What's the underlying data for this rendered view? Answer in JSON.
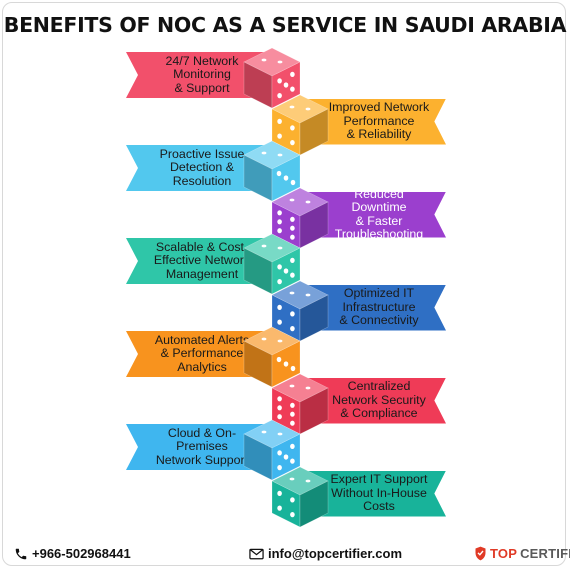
{
  "title": "BENEFITS OF NOC AS A SERVICE IN SAUDI ARABIA",
  "benefits": [
    {
      "label": "24/7 Network Monitoring & Support",
      "lines": [
        "24/7 Network",
        "Monitoring",
        "& Support"
      ],
      "side": "left",
      "color": "#f2506b",
      "text_color": "#1a1a1a",
      "pips": 5
    },
    {
      "label": "Improved Network Performance & Reliability",
      "lines": [
        "Improved Network",
        "Performance",
        "& Reliability"
      ],
      "side": "right",
      "color": "#fcb12f",
      "text_color": "#1a1a1a",
      "pips": 4
    },
    {
      "label": "Proactive Issue Detection & Resolution",
      "lines": [
        "Proactive Issue",
        "Detection &",
        "Resolution"
      ],
      "side": "left",
      "color": "#52c8ee",
      "text_color": "#1a1a1a",
      "pips": 3
    },
    {
      "label": "Reduced Downtime & Faster Troubleshooting",
      "lines": [
        "Reduced Downtime",
        "& Faster",
        "Troubleshooting"
      ],
      "side": "right",
      "color": "#9b3fce",
      "text_color": "#ffffff",
      "pips": 6
    },
    {
      "label": "Scalable & Cost-Effective Network Management",
      "lines": [
        "Scalable & Cost-",
        "Effective Network",
        "Management"
      ],
      "side": "left",
      "color": "#2fc6a8",
      "text_color": "#1a1a1a",
      "pips": 5
    },
    {
      "label": "Optimized IT Infrastructure & Connectivity",
      "lines": [
        "Optimized IT",
        "Infrastructure",
        "& Connectivity"
      ],
      "side": "right",
      "color": "#2f6fc4",
      "text_color": "#1a1a1a",
      "pips": 4
    },
    {
      "label": "Automated Alerts & Performance Analytics",
      "lines": [
        "Automated Alerts",
        "& Performance",
        "Analytics"
      ],
      "side": "left",
      "color": "#f8931e",
      "text_color": "#1a1a1a",
      "pips": 3
    },
    {
      "label": "Centralized Network Security & Compliance",
      "lines": [
        "Centralized",
        "Network Security",
        "& Compliance"
      ],
      "side": "right",
      "color": "#ef3b57",
      "text_color": "#1a1a1a",
      "pips": 6
    },
    {
      "label": "Cloud & On-Premises Network Support",
      "lines": [
        "Cloud & On-",
        "Premises",
        "Network Support"
      ],
      "side": "left",
      "color": "#3fb6ef",
      "text_color": "#1a1a1a",
      "pips": 5
    },
    {
      "label": "Expert IT Support Without In-House Costs",
      "lines": [
        "Expert IT Support",
        "Without In-House",
        "Costs"
      ],
      "side": "right",
      "color": "#18b39a",
      "text_color": "#1a1a1a",
      "pips": 4
    }
  ],
  "footer": {
    "phone": "+966-502968441",
    "phone_icon": "phone-icon",
    "email": "info@topcertifier.com",
    "email_icon": "envelope-icon",
    "logo_top": "TOP",
    "logo_cert": "CERTIFIER",
    "logo_icon": "shield-icon"
  }
}
